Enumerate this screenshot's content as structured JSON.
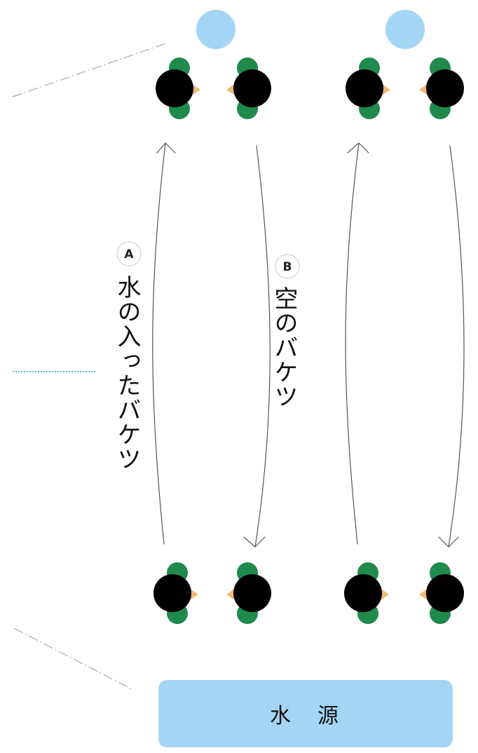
{
  "colors": {
    "water": "#a5d5f4",
    "head": "#000000",
    "shoulder": "#1f8a4c",
    "face": "#f2b874",
    "arrow": "#555555",
    "guide_line": "#aaaaaa",
    "dotted_line": "#6bbfc0"
  },
  "labels": {
    "a_marker": "A",
    "a_text": "水の入ったバケツ",
    "b_marker": "B",
    "b_text": "空のバケツ"
  },
  "water_source": {
    "label": "水　源"
  }
}
